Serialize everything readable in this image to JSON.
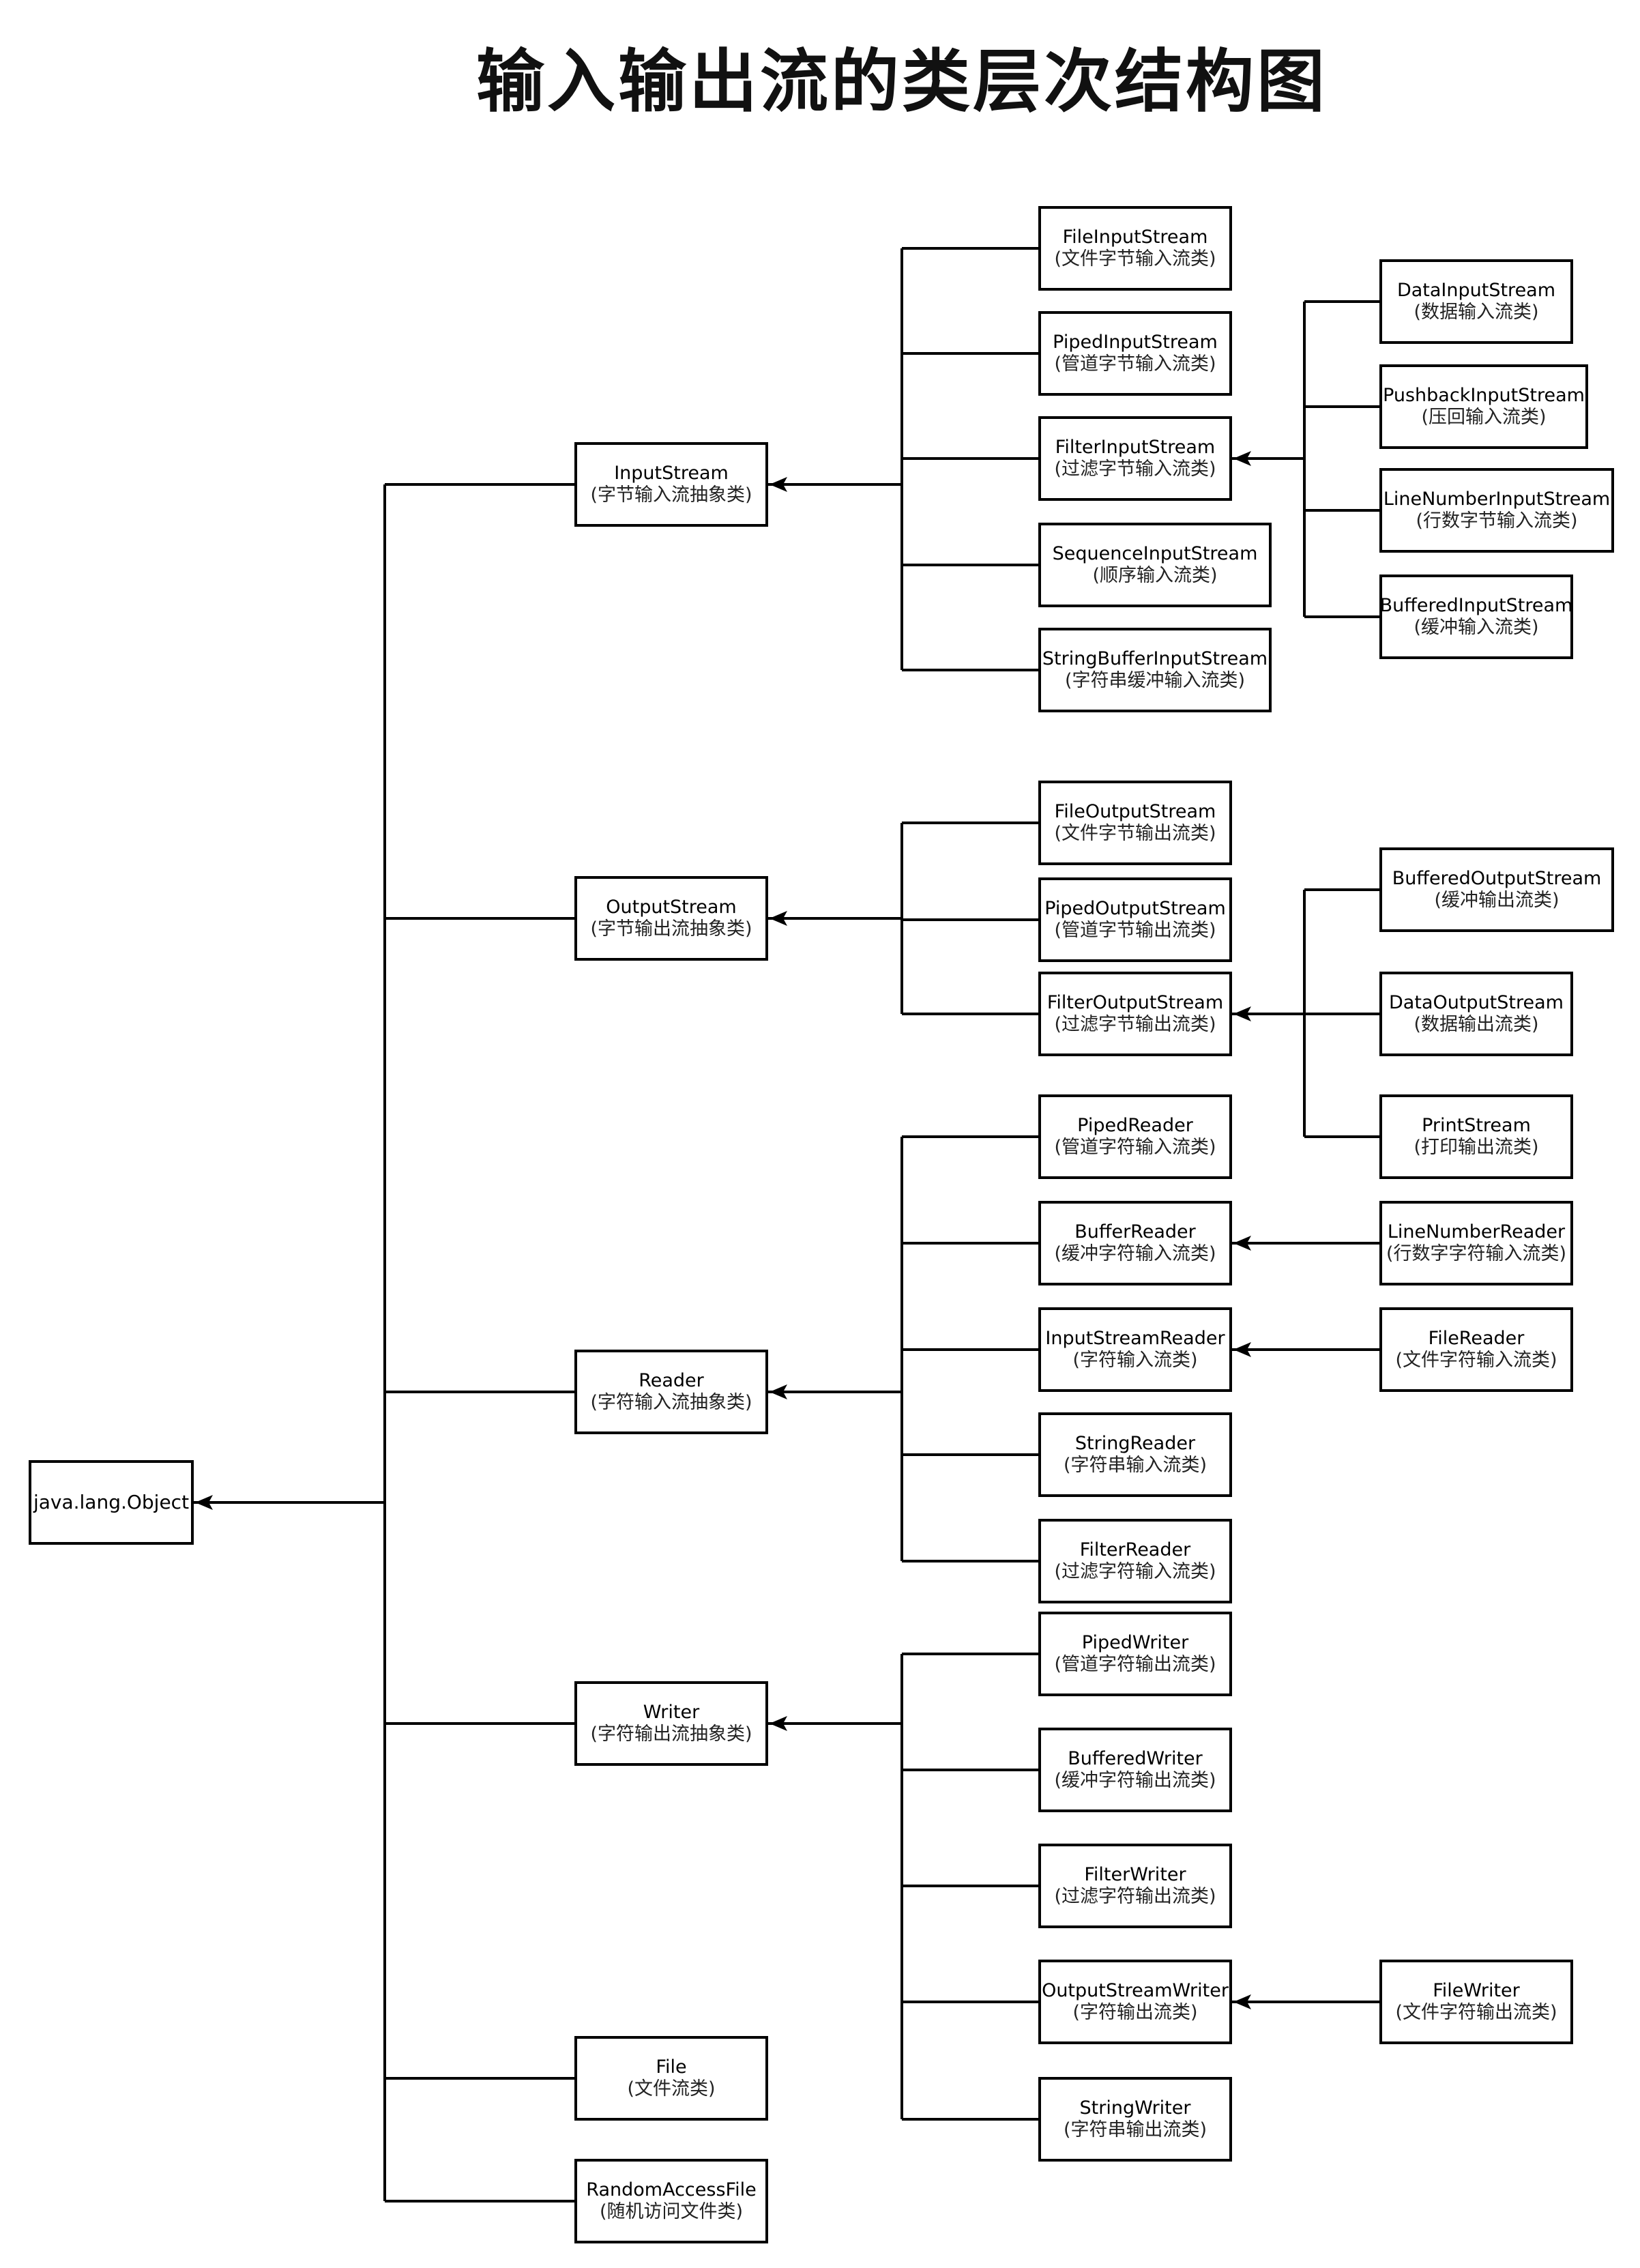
{
  "title": "输入输出流的类层次结构图",
  "root": {
    "name": "java.lang.Object"
  },
  "groups": [
    {
      "id": "inputstream",
      "name": "InputStream",
      "desc": "(字节输入流抽象类)",
      "children": [
        {
          "id": "fileinputstream",
          "name": "FileInputStream",
          "desc": "(文件字节输入流类)"
        },
        {
          "id": "pipedinputstream",
          "name": "PipedInputStream",
          "desc": "(管道字节输入流类)"
        },
        {
          "id": "filterinputstream",
          "name": "FilterInputStream",
          "desc": "(过滤字节输入流类)",
          "children": [
            {
              "id": "datainputstream",
              "name": "DataInputStream",
              "desc": "(数据输入流类)"
            },
            {
              "id": "pushbackinputstream",
              "name": "PushbackInputStream",
              "desc": "(压回输入流类)"
            },
            {
              "id": "linenumberinputstream",
              "name": "LineNumberInputStream",
              "desc": "(行数字节输入流类)"
            },
            {
              "id": "bufferedinputstream",
              "name": "BufferedInputStream",
              "desc": "(缓冲输入流类)"
            }
          ]
        },
        {
          "id": "sequenceinputstream",
          "name": "SequenceInputStream",
          "desc": "(顺序输入流类)"
        },
        {
          "id": "stringbufferinputstream",
          "name": "StringBufferInputStream",
          "desc": "(字符串缓冲输入流类)"
        }
      ]
    },
    {
      "id": "outputstream",
      "name": "OutputStream",
      "desc": "(字节输出流抽象类)",
      "children": [
        {
          "id": "fileoutputstream",
          "name": "FileOutputStream",
          "desc": "(文件字节输出流类)"
        },
        {
          "id": "pipedoutputstream",
          "name": "PipedOutputStream",
          "desc": "(管道字节输出流类)"
        },
        {
          "id": "filteroutputstream",
          "name": "FilterOutputStream",
          "desc": "(过滤字节输出流类)",
          "children": [
            {
              "id": "bufferedoutputstream",
              "name": "BufferedOutputStream",
              "desc": "(缓冲输出流类)"
            },
            {
              "id": "dataoutputstream",
              "name": "DataOutputStream",
              "desc": "(数据输出流类)"
            },
            {
              "id": "printstream",
              "name": "PrintStream",
              "desc": "(打印输出流类)"
            }
          ]
        }
      ]
    },
    {
      "id": "reader",
      "name": "Reader",
      "desc": "(字符输入流抽象类)",
      "children": [
        {
          "id": "pipedreader",
          "name": "PipedReader",
          "desc": "(管道字符输入流类)"
        },
        {
          "id": "bufferreader",
          "name": "BufferReader",
          "desc": "(缓冲字符输入流类)",
          "children": [
            {
              "id": "linenumberreader",
              "name": "LineNumberReader",
              "desc": "(行数字字符输入流类)"
            }
          ]
        },
        {
          "id": "inputstreamreader",
          "name": "InputStreamReader",
          "desc": "(字符输入流类)",
          "children": [
            {
              "id": "filereader",
              "name": "FileReader",
              "desc": "(文件字符输入流类)"
            }
          ]
        },
        {
          "id": "stringreader",
          "name": "StringReader",
          "desc": "(字符串输入流类)"
        },
        {
          "id": "filterreader",
          "name": "FilterReader",
          "desc": "(过滤字符输入流类)"
        }
      ]
    },
    {
      "id": "writer",
      "name": "Writer",
      "desc": "(字符输出流抽象类)",
      "children": [
        {
          "id": "pipedwriter",
          "name": "PipedWriter",
          "desc": "(管道字符输出流类)"
        },
        {
          "id": "bufferedwriter",
          "name": "BufferedWriter",
          "desc": "(缓冲字符输出流类)"
        },
        {
          "id": "filterwriter",
          "name": "FilterWriter",
          "desc": "(过滤字符输出流类)"
        },
        {
          "id": "outputstreamwriter",
          "name": "OutputStreamWriter",
          "desc": "(字符输出流类)",
          "children": [
            {
              "id": "filewriter",
              "name": "FileWriter",
              "desc": "(文件字符输出流类)"
            }
          ]
        },
        {
          "id": "stringwriter",
          "name": "StringWriter",
          "desc": "(字符串输出流类)"
        }
      ]
    },
    {
      "id": "file",
      "name": "File",
      "desc": "(文件流类)"
    },
    {
      "id": "randomaccessfile",
      "name": "RandomAccessFile",
      "desc": "(随机访问文件类)"
    }
  ]
}
